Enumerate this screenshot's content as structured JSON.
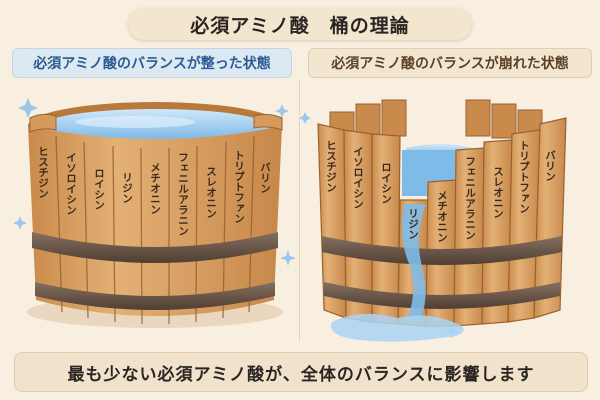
{
  "title": "必須アミノ酸　桶の理論",
  "left_panel": {
    "heading": "必須アミノ酸のバランスが整った状態",
    "staves": [
      "ヒスチジン",
      "イソロイシン",
      "ロイシン",
      "リジン",
      "メチオニン",
      "フェニルアラニン",
      "スレオニン",
      "トリプトファン",
      "バリン"
    ]
  },
  "right_panel": {
    "heading": "必須アミノ酸のバランスが崩れた状態",
    "staves": [
      "ヒスチジン",
      "イソロイシン",
      "ロイシン",
      "リジン",
      "メチオニン",
      "フェニルアラニン",
      "スレオニン",
      "トリプトファン",
      "バリン"
    ],
    "short_stave": "リジン"
  },
  "caption": "最も少ない必須アミノ酸が、全体のバランスに影響します",
  "colors": {
    "wood": "#d9a061",
    "wood_dark": "#b77c40",
    "band": "#6b5547",
    "water": "#8fc4ea",
    "heading_blue": "#2c5a92"
  }
}
